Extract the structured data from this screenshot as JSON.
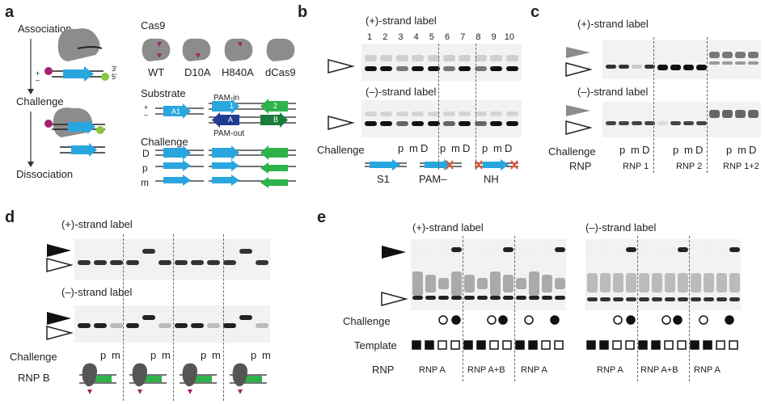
{
  "panels": {
    "a": {
      "label": "a",
      "association": "Association",
      "challenge": "Challenge",
      "dissociation": "Dissociation",
      "strand_plus": "+",
      "strand_minus": "–",
      "end3": "3'",
      "end5": "5'",
      "cas9_title": "Cas9",
      "cas9_variants": [
        "WT",
        "D10A",
        "H840A",
        "dCas9"
      ],
      "substrate_title": "Substrate",
      "a1": "A1",
      "pam_in": "PAM-in",
      "pam_out": "PAM-out",
      "box1": "1",
      "box2": "2",
      "boxA": "A",
      "boxB": "B",
      "challenge_title": "Challenge",
      "challenge_rows": [
        "D",
        "p",
        "m"
      ]
    },
    "b": {
      "label": "b",
      "plus_label": "(+)-strand label",
      "minus_label": "(–)-strand label",
      "lanes": [
        "1",
        "2",
        "3",
        "4",
        "5",
        "6",
        "7",
        "8",
        "9",
        "10"
      ],
      "challenge_label": "Challenge",
      "pmd_groups": [
        [
          "p",
          "m",
          "D"
        ],
        [
          "p",
          "m",
          "D"
        ],
        [
          "p",
          "m",
          "D"
        ]
      ],
      "group_names": [
        "S1",
        "PAM–",
        "NH"
      ]
    },
    "c": {
      "label": "c",
      "plus_label": "(+)-strand label",
      "minus_label": "(–)-strand label",
      "challenge_label": "Challenge",
      "rnp_label": "RNP",
      "pmd_groups": [
        [
          "p",
          "m",
          "D"
        ],
        [
          "p",
          "m",
          "D"
        ],
        [
          "p",
          "m",
          "D"
        ]
      ],
      "rnp_groups": [
        "RNP 1",
        "RNP 2",
        "RNP 1+2"
      ]
    },
    "d": {
      "label": "d",
      "plus_label": "(+)-strand label",
      "minus_label": "(–)-strand label",
      "challenge_label": "Challenge",
      "rnp_label": "RNP B",
      "pm_groups": [
        [
          "p",
          "m"
        ],
        [
          "p",
          "m"
        ],
        [
          "p",
          "m"
        ],
        [
          "p",
          "m"
        ]
      ]
    },
    "e": {
      "label": "e",
      "plus_label": "(+)-strand label",
      "minus_label": "(–)-strand label",
      "challenge_label": "Challenge",
      "template_label": "Template",
      "rnp_label": "RNP",
      "rnp_groups_left": [
        "RNP A",
        "RNP A+B",
        "RNP A"
      ],
      "rnp_groups_right": [
        "RNP A",
        "RNP A+B",
        "RNP A"
      ]
    }
  }
}
